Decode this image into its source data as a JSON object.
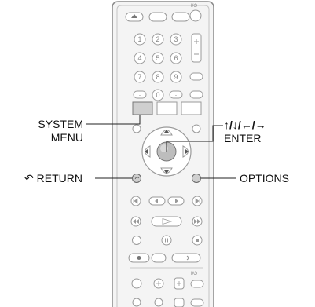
{
  "labels": {
    "system_menu_line1": "SYSTEM",
    "system_menu_line2": "MENU",
    "return_symbol": "↶",
    "return_text": "RETURN",
    "arrows": "↑/↓/←/→",
    "enter": "ENTER",
    "options": "OPTIONS"
  },
  "remote": {
    "power_label": "I/⏻",
    "number_buttons": [
      "1",
      "2",
      "3",
      "4",
      "5",
      "6",
      "7",
      "8",
      "9",
      "·",
      "0",
      "·"
    ],
    "lower_power_label": "I/⏻"
  },
  "colors": {
    "line": "#222222",
    "remote_body": "#f4f4f4",
    "remote_outline": "#8a8a8a",
    "button_outline": "#9a9a9a",
    "system_menu_fill": "#cfcfcf",
    "enter_fill": "#bdbdbd"
  }
}
